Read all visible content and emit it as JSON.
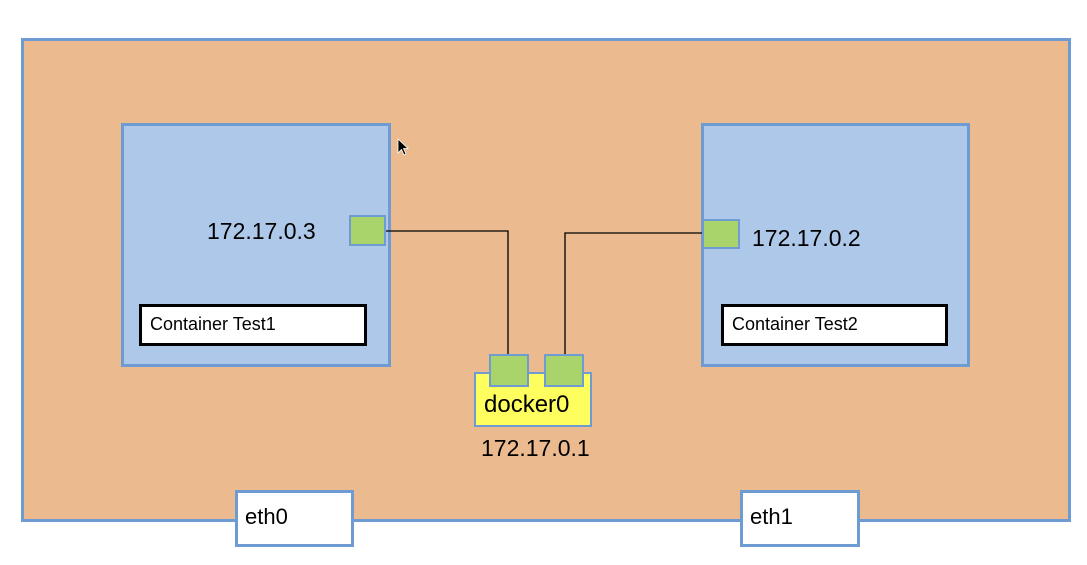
{
  "host": {
    "interfaces": [
      {
        "label": "eth0"
      },
      {
        "label": "eth1"
      }
    ]
  },
  "containers": [
    {
      "name": "Container Test1",
      "ip": "172.17.0.3"
    },
    {
      "name": "Container Test2",
      "ip": "172.17.0.2"
    }
  ],
  "bridge": {
    "label": "docker0",
    "ip": "172.17.0.1"
  },
  "colors": {
    "host_fill": "#ecba8f",
    "border_blue": "#6f9bd3",
    "container_fill": "#adc8e8",
    "port_fill": "#a9d46b",
    "bridge_fill": "#fefe5e"
  },
  "icons": {
    "cursor": "mouse-pointer-icon"
  }
}
